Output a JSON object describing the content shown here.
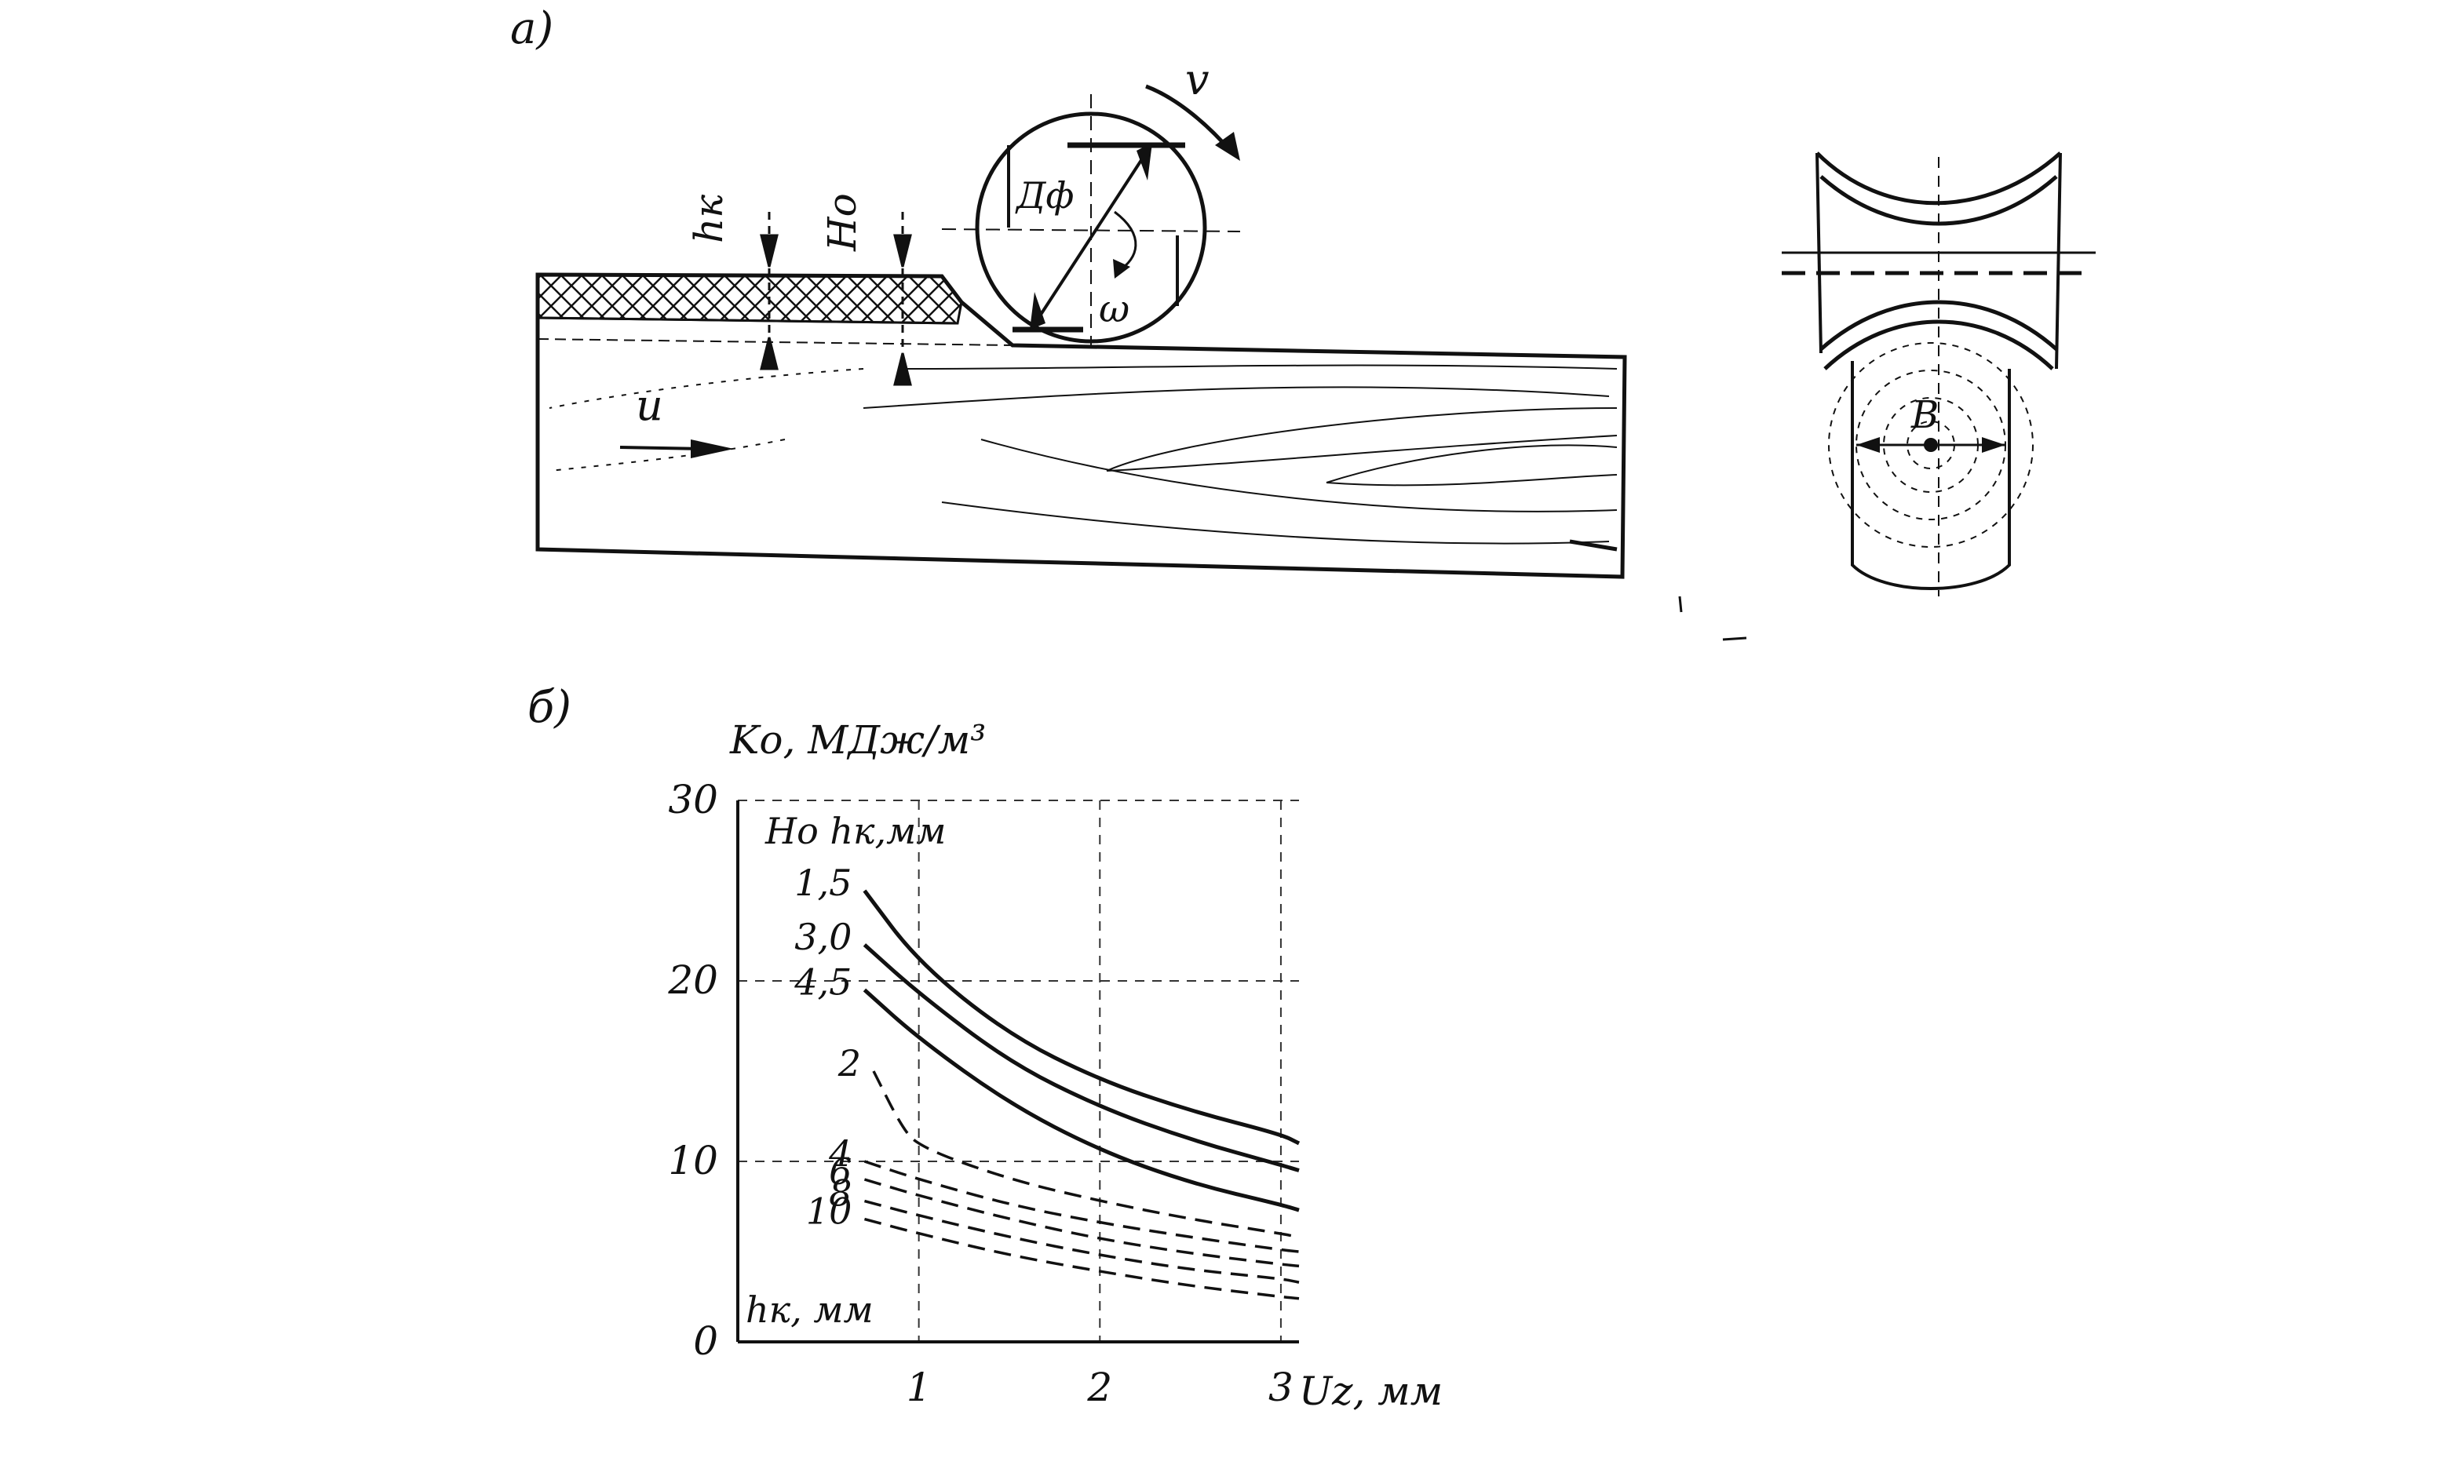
{
  "figure_a": {
    "panel_label": "а)",
    "labels": {
      "hk": "hк",
      "ho": "Hо",
      "cutter_diameter": "Дф",
      "omega": "ω",
      "v": "v",
      "u": "u",
      "width": "B"
    }
  },
  "figure_b": {
    "panel_label": "б)",
    "y_axis_label": "Kо, МДж/м³",
    "x_axis_label": "Uz, мм",
    "solid_group_header": "Hо hк,мм",
    "dashed_group_header": "hк, мм",
    "y_tick_labels": [
      "0",
      "10",
      "20",
      "30"
    ],
    "x_tick_labels": [
      "1",
      "2",
      "3"
    ]
  },
  "chart_data": {
    "type": "line",
    "xlabel": "Uz, мм",
    "ylabel": "Kо, МДж/м³",
    "xlim": [
      0,
      3
    ],
    "ylim": [
      0,
      30
    ],
    "grid": true,
    "x_ticks": [
      1,
      2,
      3
    ],
    "y_ticks": [
      0,
      10,
      20,
      30
    ],
    "series": [
      {
        "name": "1,5",
        "style": "solid",
        "x": [
          0.7,
          1.0,
          1.5,
          2.0,
          2.5,
          3.0,
          3.1
        ],
        "y": [
          25.0,
          21.0,
          17.0,
          14.5,
          12.8,
          11.5,
          11.0
        ]
      },
      {
        "name": "3,0",
        "style": "solid",
        "x": [
          0.7,
          1.0,
          1.5,
          2.0,
          2.5,
          3.0,
          3.1
        ],
        "y": [
          22.0,
          19.3,
          15.5,
          13.0,
          11.2,
          9.8,
          9.5
        ]
      },
      {
        "name": "4,5",
        "style": "solid",
        "x": [
          0.7,
          1.0,
          1.5,
          2.0,
          2.5,
          3.0,
          3.1
        ],
        "y": [
          19.5,
          16.8,
          13.2,
          10.6,
          8.8,
          7.6,
          7.3
        ]
      },
      {
        "name": "2",
        "style": "dashed",
        "x": [
          0.75,
          0.9,
          1.0,
          1.5,
          2.0,
          2.5,
          3.0,
          3.1
        ],
        "y": [
          15.0,
          12.0,
          10.8,
          9.0,
          7.8,
          6.8,
          6.0,
          5.8
        ]
      },
      {
        "name": "4",
        "style": "dashed",
        "x": [
          0.7,
          1.0,
          1.5,
          2.0,
          2.5,
          3.0,
          3.1
        ],
        "y": [
          10.0,
          9.0,
          7.6,
          6.6,
          5.8,
          5.1,
          5.0
        ]
      },
      {
        "name": "6",
        "style": "dashed",
        "x": [
          0.7,
          1.0,
          1.5,
          2.0,
          2.5,
          3.0,
          3.1
        ],
        "y": [
          9.0,
          8.1,
          6.8,
          5.7,
          4.9,
          4.3,
          4.2
        ]
      },
      {
        "name": "8",
        "style": "dashed",
        "x": [
          0.7,
          1.0,
          1.5,
          2.0,
          2.5,
          3.0,
          3.1
        ],
        "y": [
          7.8,
          7.0,
          5.8,
          4.8,
          4.0,
          3.5,
          3.3
        ]
      },
      {
        "name": "10",
        "style": "dashed",
        "x": [
          0.7,
          1.0,
          1.5,
          2.0,
          2.5,
          3.0,
          3.1
        ],
        "y": [
          6.8,
          6.0,
          4.8,
          3.9,
          3.1,
          2.5,
          2.4
        ]
      }
    ]
  }
}
